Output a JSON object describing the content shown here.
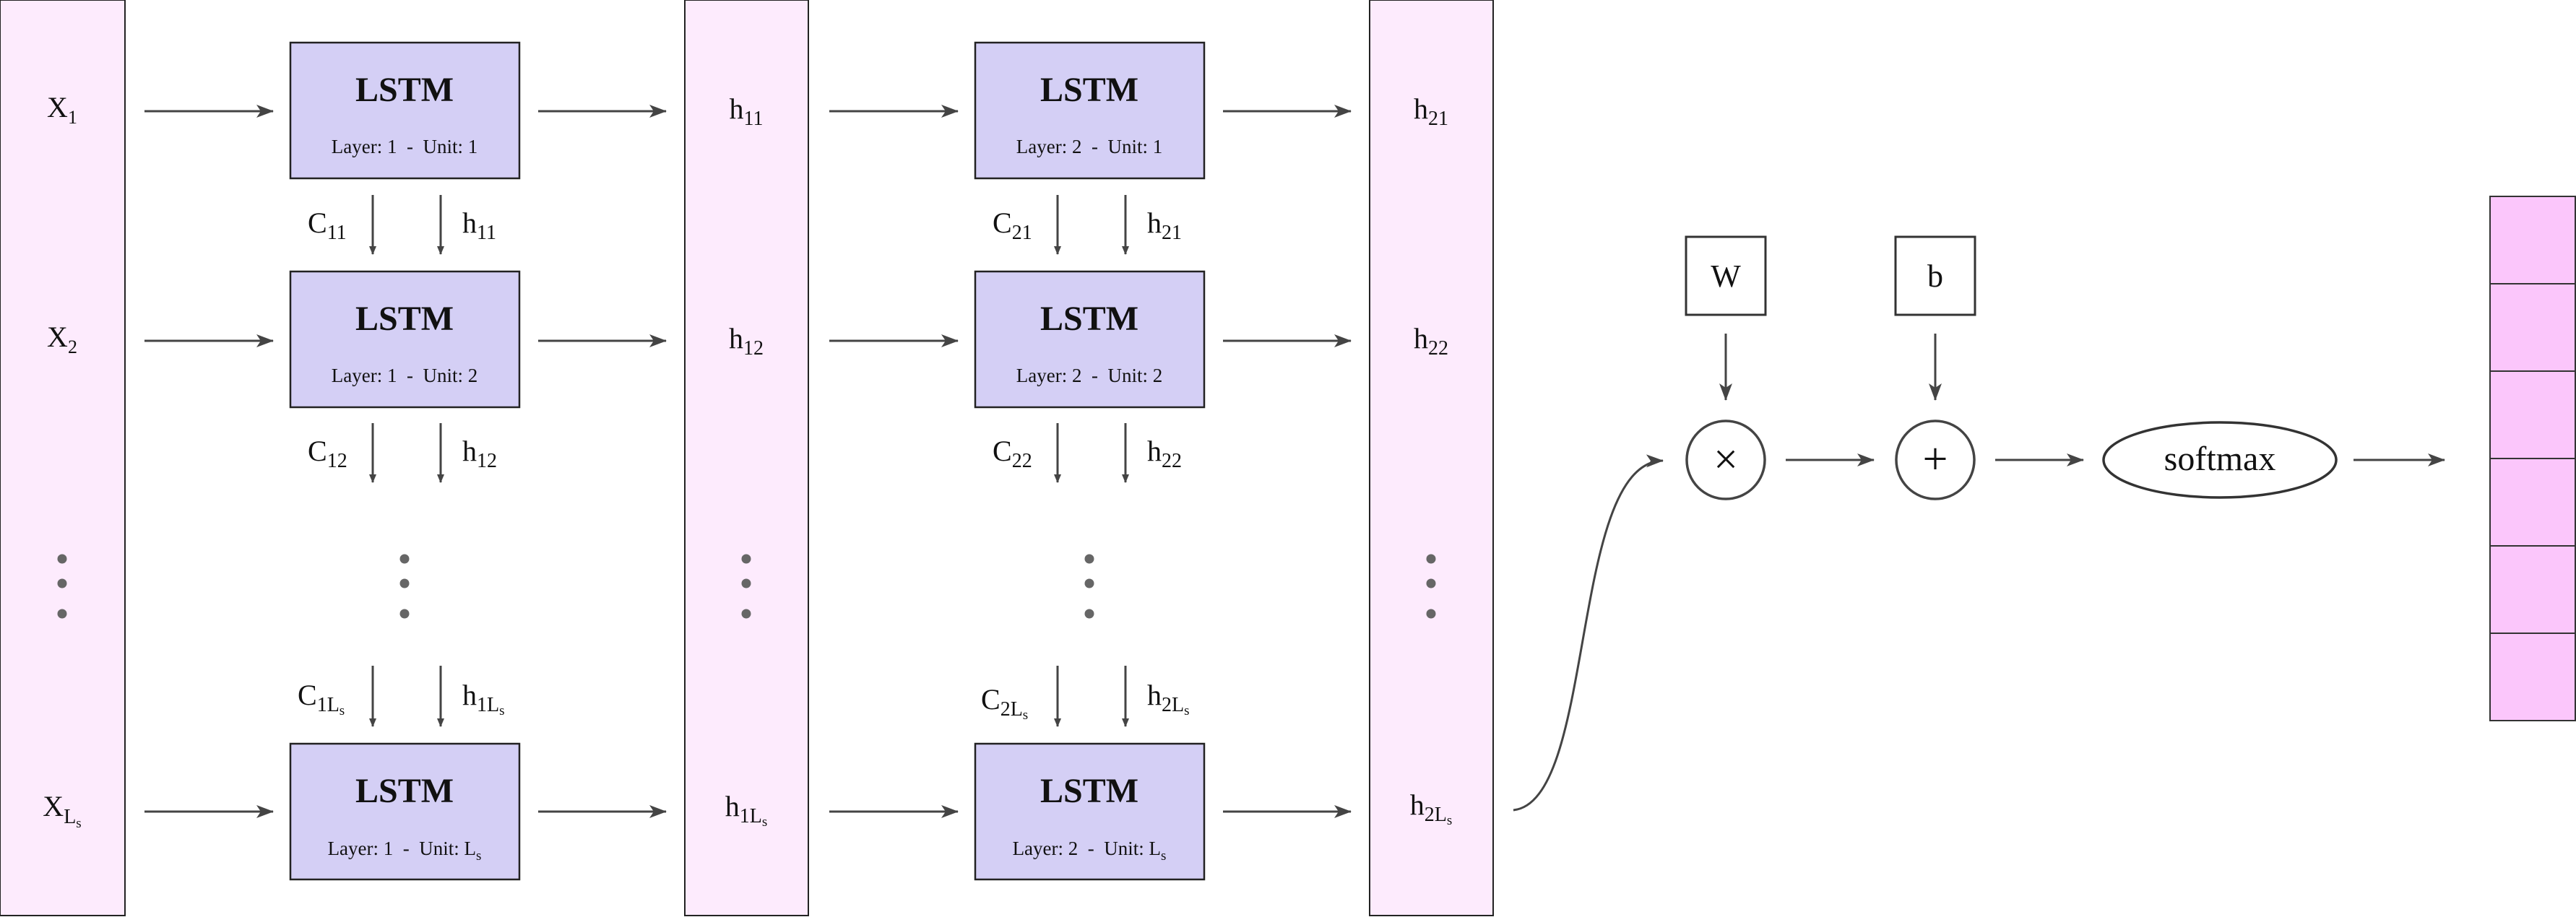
{
  "inputs": {
    "x1": {
      "base": "X",
      "sub": "1"
    },
    "x2": {
      "base": "X",
      "sub": "2"
    },
    "xl": {
      "base": "X",
      "sub": "L",
      "subsub": "s"
    }
  },
  "layer1": {
    "units": [
      {
        "title": "LSTM",
        "caption": "Layer: 1  -  Unit: 1"
      },
      {
        "title": "LSTM",
        "caption": "Layer: 1  -  Unit: 2"
      },
      {
        "title": "LSTM",
        "caption": "Layer: 1  -  Unit: L",
        "caption_sub": "s"
      }
    ],
    "states": [
      {
        "c_base": "C",
        "c_sub": "11",
        "h_base": "h",
        "h_sub": "11"
      },
      {
        "c_base": "C",
        "c_sub": "12",
        "h_base": "h",
        "h_sub": "12"
      },
      {
        "c_base": "C",
        "c_sub": "1L",
        "c_subsub": "s",
        "h_base": "h",
        "h_sub": "1L",
        "h_subsub": "s"
      }
    ],
    "outputs": [
      {
        "base": "h",
        "sub": "11"
      },
      {
        "base": "h",
        "sub": "12"
      },
      {
        "base": "h",
        "sub": "1L",
        "subsub": "s"
      }
    ]
  },
  "layer2": {
    "units": [
      {
        "title": "LSTM",
        "caption": "Layer: 2  -  Unit: 1"
      },
      {
        "title": "LSTM",
        "caption": "Layer: 2  -  Unit: 2"
      },
      {
        "title": "LSTM",
        "caption": "Layer: 2  -  Unit: L",
        "caption_sub": "s"
      }
    ],
    "states": [
      {
        "c_base": "C",
        "c_sub": "21",
        "h_base": "h",
        "h_sub": "21"
      },
      {
        "c_base": "C",
        "c_sub": "22",
        "h_base": "h",
        "h_sub": "22"
      },
      {
        "c_base": "C",
        "c_sub": "2L",
        "c_subsub": "s",
        "h_base": "h",
        "h_sub": "2L",
        "h_subsub": "s"
      }
    ],
    "outputs": [
      {
        "base": "h",
        "sub": "21"
      },
      {
        "base": "h",
        "sub": "22"
      },
      {
        "base": "h",
        "sub": "2L",
        "subsub": "s"
      }
    ]
  },
  "dense": {
    "weight_label": "W",
    "bias_label": "b",
    "multiply_symbol": "×",
    "add_symbol": "+",
    "activation_label": "softmax"
  },
  "output_vector": {
    "cell_count": 6
  },
  "colors": {
    "column_fill": "#fdebfd",
    "lstm_fill": "#d4cff5",
    "output_cell_fill": "#fbc6fb",
    "arrow": "#444444"
  }
}
